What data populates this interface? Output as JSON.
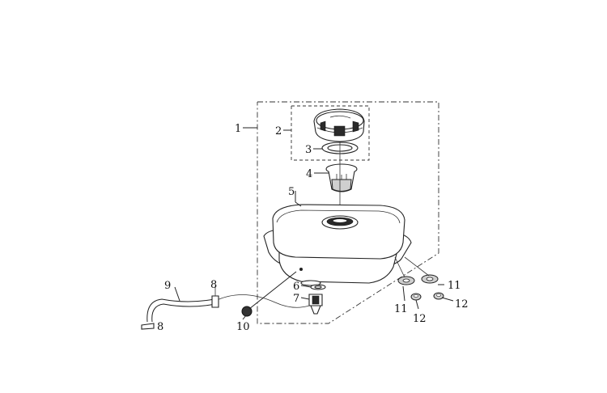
{
  "callouts": {
    "c1": "1",
    "c2": "2",
    "c3": "3",
    "c4": "4",
    "c5": "5",
    "c6": "6",
    "c7": "7",
    "c8a": "8",
    "c8b": "8",
    "c9": "9",
    "c10": "10",
    "c11a": "11",
    "c11b": "11",
    "c12a": "12",
    "c12b": "12"
  },
  "colors": {
    "line": "#222222",
    "background": "#ffffff"
  }
}
